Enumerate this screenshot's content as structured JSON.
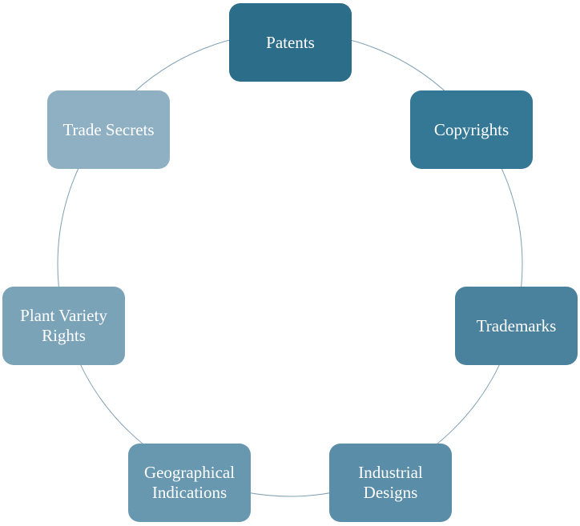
{
  "diagram": {
    "type": "cycle",
    "connector_color": "#7f9fb4",
    "nodes": [
      {
        "label": "Patents",
        "color": "#2c6d8a"
      },
      {
        "label": "Copyrights",
        "color": "#357895"
      },
      {
        "label": "Trademarks",
        "color": "#4a819d"
      },
      {
        "label": "Industrial\nDesigns",
        "color": "#5a8ea8"
      },
      {
        "label": "Geographical\nIndications",
        "color": "#6898b0"
      },
      {
        "label": "Plant Variety\nRights",
        "color": "#7ba3b8"
      },
      {
        "label": "Trade Secrets",
        "color": "#8eb0c2"
      }
    ]
  }
}
